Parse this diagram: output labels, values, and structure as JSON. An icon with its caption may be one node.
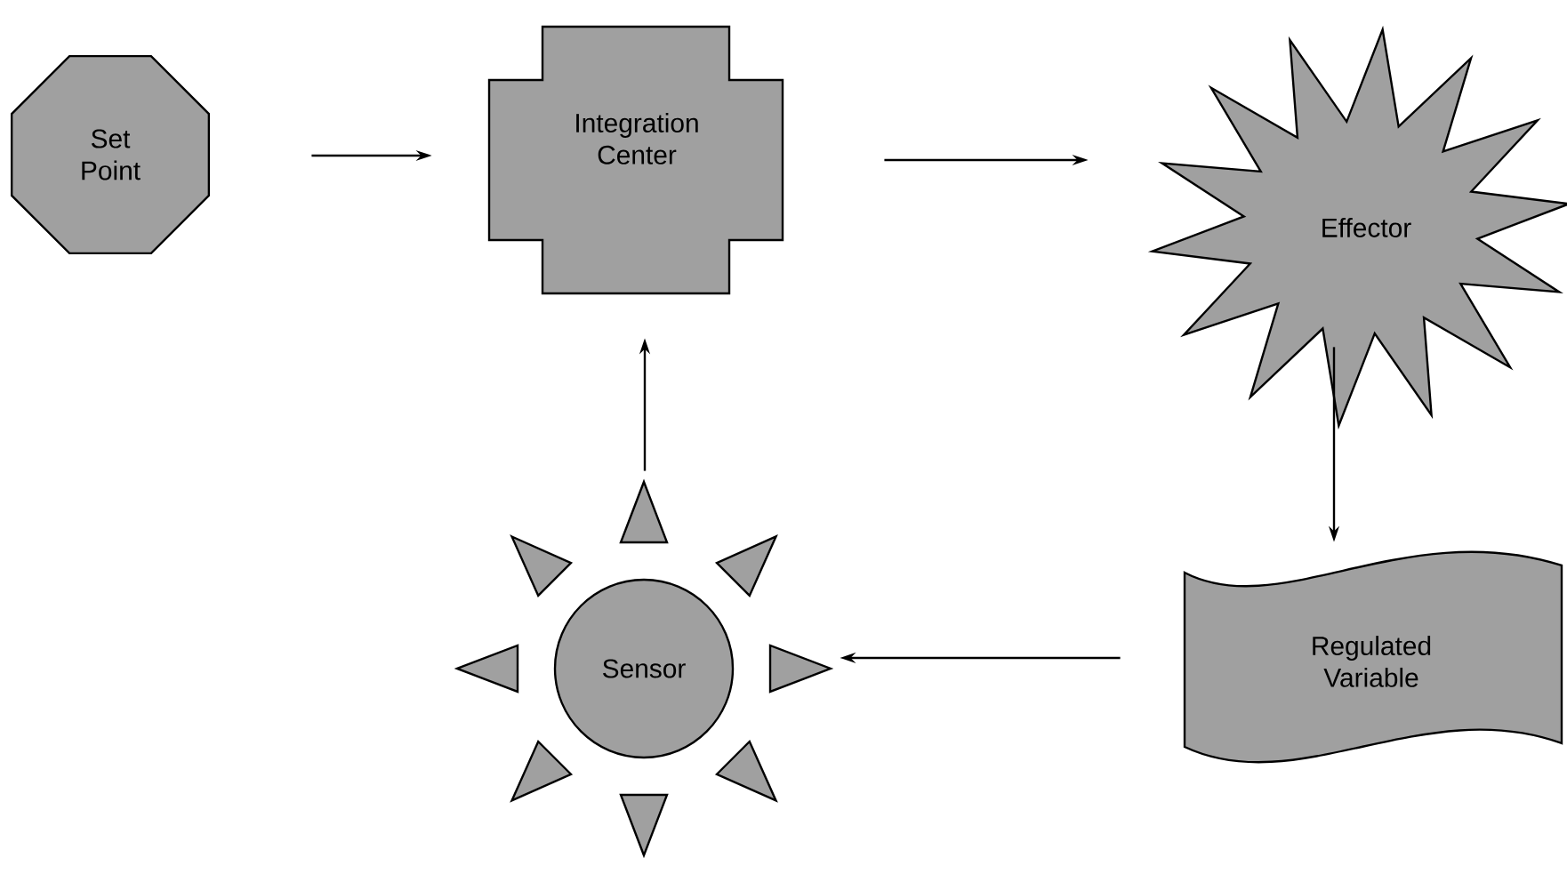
{
  "diagram": {
    "nodes": [
      {
        "text": [
          "Set Point"
        ]
      },
      {
        "text": [
          "Integration Center"
        ]
      },
      {
        "text": [
          "Effector"
        ]
      },
      {
        "text": [
          "Regulated Variable"
        ]
      },
      {
        "text": [
          "Sensor"
        ]
      }
    ],
    "edges": [
      {
        "from": 0,
        "to": 1,
        "arrow": "to"
      },
      {
        "from": 1,
        "to": 2,
        "arrow": "to"
      },
      {
        "from": 2,
        "to": 3,
        "arrow": "to"
      },
      {
        "from": 3,
        "to": 4,
        "arrow": "to"
      },
      {
        "from": 4,
        "to": 1,
        "arrow": "to"
      }
    ]
  }
}
